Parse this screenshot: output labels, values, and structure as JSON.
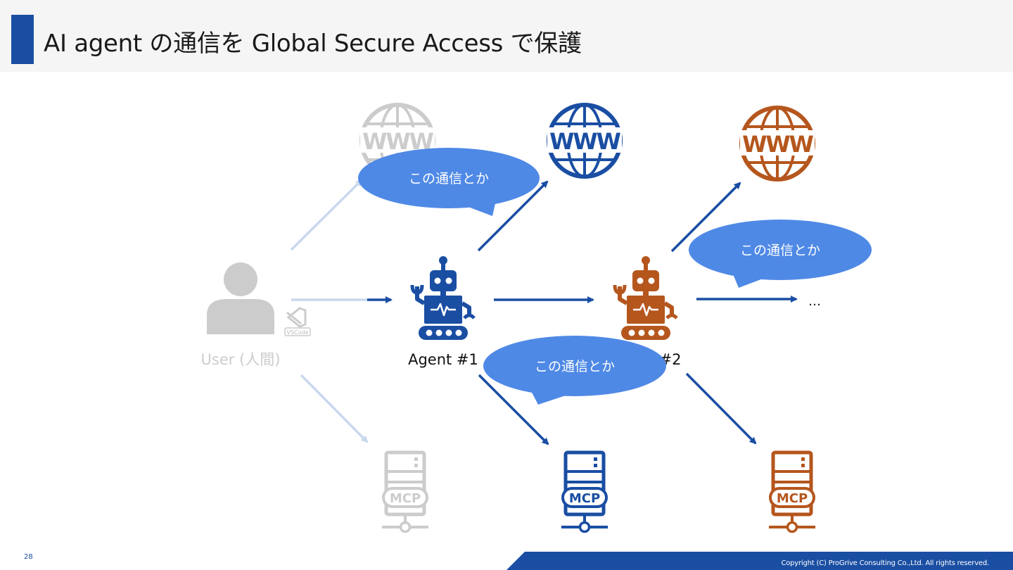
{
  "title": "AI agent の通信を Global Secure Access で保護",
  "labels": {
    "user": "User (人間)",
    "vscode": "VSCode",
    "agent1": "Agent #1",
    "agent2": "#2",
    "ellipsis": "…",
    "www": "WWW",
    "mcp": "MCP"
  },
  "callouts": [
    "この通信とか",
    "この通信とか",
    "この通信とか"
  ],
  "page_number": "28",
  "copyright": "Copyright (C) ProGrive Consulting Co.,Ltd. All rights reserved.",
  "colors": {
    "accent": "#1a4ea3",
    "agent2": "#b5561d",
    "faded": "#cccccc",
    "faded_arrow": "#c9d8ee",
    "callout": "#4f89e6",
    "header_bg": "#f5f5f5"
  }
}
